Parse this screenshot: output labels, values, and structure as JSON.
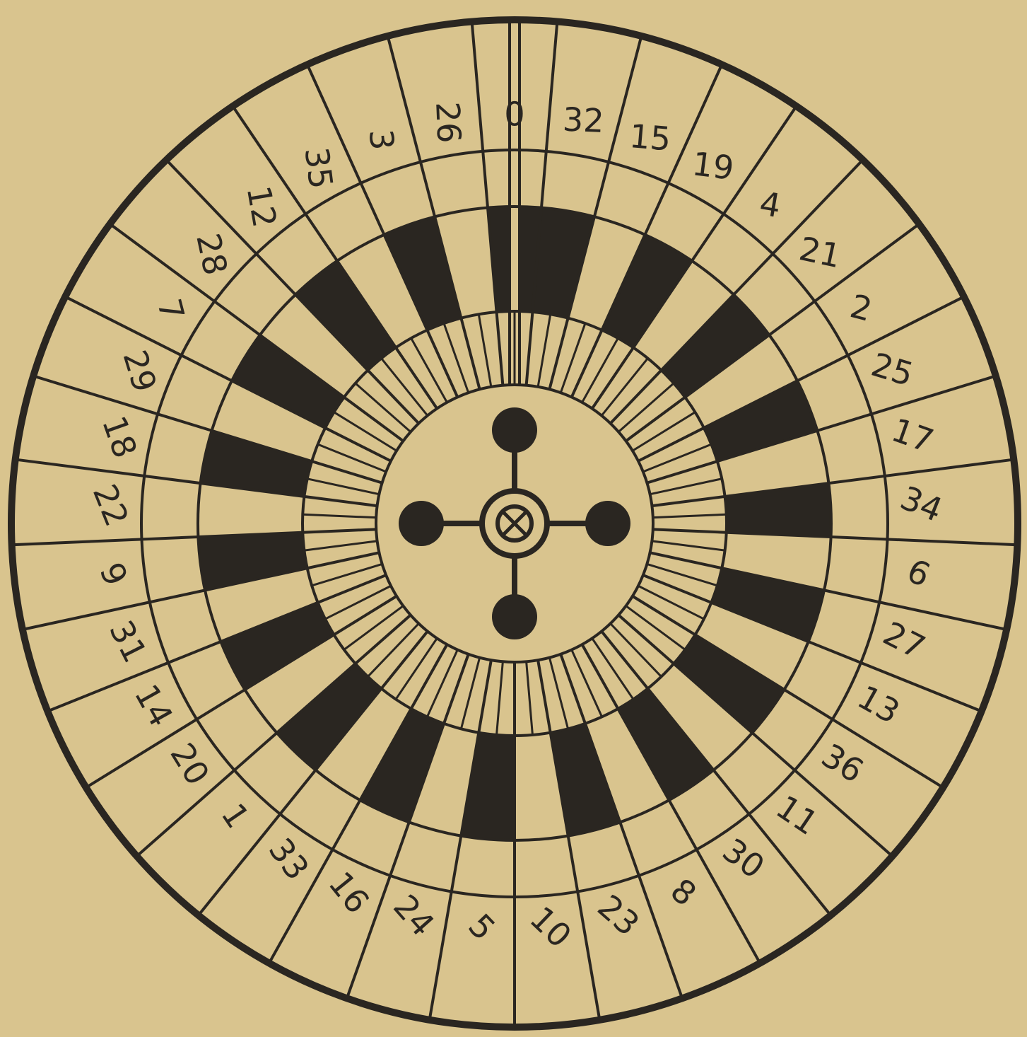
{
  "wheel": {
    "pocket_numbers": [
      "0",
      "32",
      "15",
      "19",
      "4",
      "21",
      "2",
      "25",
      "17",
      "34",
      "6",
      "27",
      "13",
      "36",
      "11",
      "30",
      "8",
      "23",
      "10",
      "5",
      "24",
      "16",
      "33",
      "1",
      "20",
      "14",
      "31",
      "9",
      "22",
      "18",
      "29",
      "7",
      "28",
      "12",
      "35",
      "3",
      "26"
    ],
    "pocket_count": 37,
    "colors": {
      "paper": "#d9c48e",
      "ink": "#2a2621"
    },
    "hub_icon": "turret-cross-icon"
  }
}
